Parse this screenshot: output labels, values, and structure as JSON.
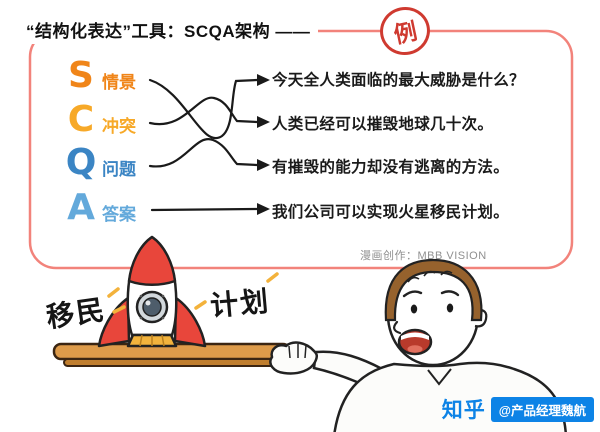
{
  "header": {
    "title": "“结构化表达”工具：SCQA架构 ——",
    "stamp": "例"
  },
  "scqa": {
    "rows": [
      {
        "letter": "S",
        "label": "情景",
        "statement": "今天全人类面临的最大威胁是什么？",
        "color": "#F08519"
      },
      {
        "letter": "C",
        "label": "冲突",
        "statement": "人类已经可以摧毁地球几十次。",
        "color": "#F7A928"
      },
      {
        "letter": "Q",
        "label": "问题",
        "statement": "有摧毁的能力却没有逃离的方法。",
        "color": "#3B85C4"
      },
      {
        "letter": "A",
        "label": "答案",
        "statement": "我们公司可以实现火星移民计划。",
        "color": "#63A9DB"
      }
    ]
  },
  "illustration": {
    "rocket_label_left": "移民",
    "rocket_label_right": "计划"
  },
  "credit": {
    "comic_credit": "漫画创作：MBB VISION"
  },
  "watermark": {
    "brand": "知乎",
    "author": "@产品经理魏航"
  },
  "colors": {
    "border_pink": "#F2837B",
    "stamp_red": "#CF3A30",
    "rocket_red": "#E8463B",
    "table_brown": "#DE9B4A",
    "zhihu_blue": "#0D83E6"
  }
}
